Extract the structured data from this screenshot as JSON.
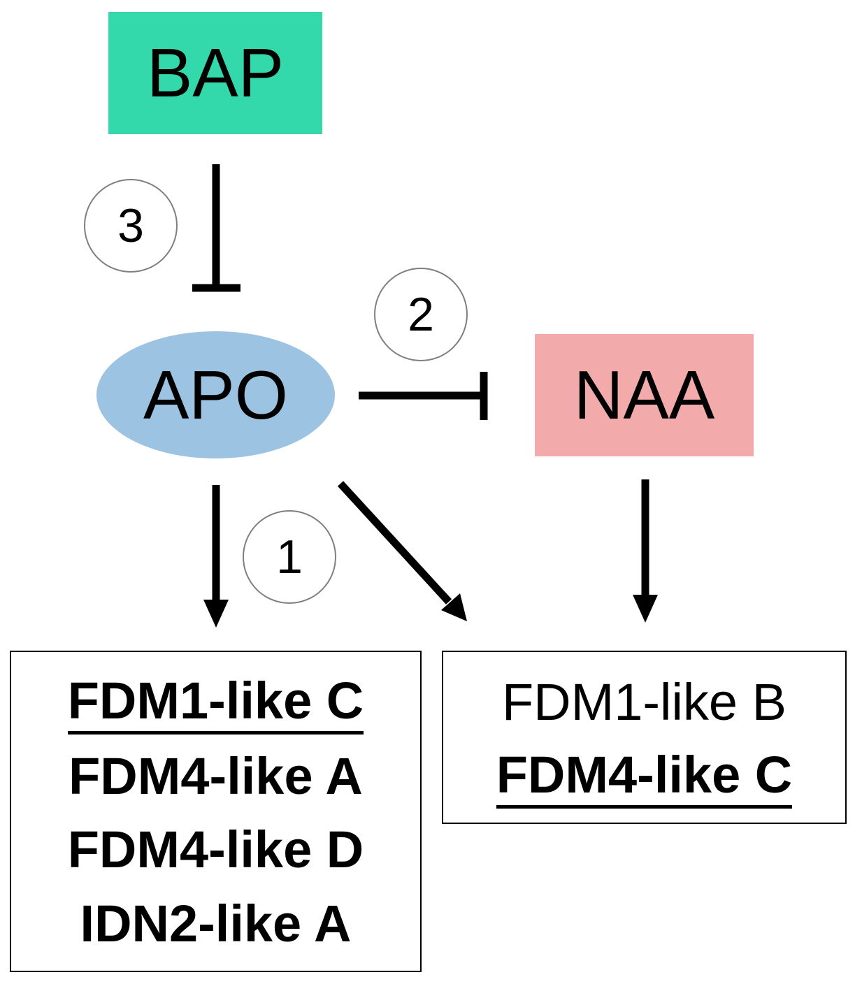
{
  "nodes": {
    "bap": {
      "label": "BAP",
      "color": "#33d9ab"
    },
    "apo": {
      "label": "APO",
      "color": "#9dc3e2"
    },
    "naa": {
      "label": "NAA",
      "color": "#f2aaaa"
    }
  },
  "interactions": [
    {
      "id": "1",
      "label": "1",
      "type": "activation",
      "from": "APO",
      "to": "left gene group"
    },
    {
      "id": "2",
      "label": "2",
      "type": "inhibition",
      "from": "APO",
      "to": "NAA"
    },
    {
      "id": "3",
      "label": "3",
      "type": "inhibition",
      "from": "BAP",
      "to": "APO"
    }
  ],
  "extra_edges": [
    {
      "type": "activation",
      "from": "APO",
      "to": "right gene group"
    },
    {
      "type": "activation",
      "from": "NAA",
      "to": "right gene group"
    }
  ],
  "gene_groups": {
    "left": [
      {
        "name": "FDM1-like C",
        "bold": true,
        "underline": true
      },
      {
        "name": "FDM4-like A",
        "bold": true,
        "underline": false
      },
      {
        "name": "FDM4-like D",
        "bold": true,
        "underline": false
      },
      {
        "name": "IDN2-like A",
        "bold": true,
        "underline": false
      }
    ],
    "right": [
      {
        "name": "FDM1-like B",
        "bold": false,
        "underline": false
      },
      {
        "name": "FDM4-like C",
        "bold": true,
        "underline": true
      }
    ]
  },
  "colors": {
    "edge": "#000000",
    "circle_border": "#7f7f7f"
  }
}
